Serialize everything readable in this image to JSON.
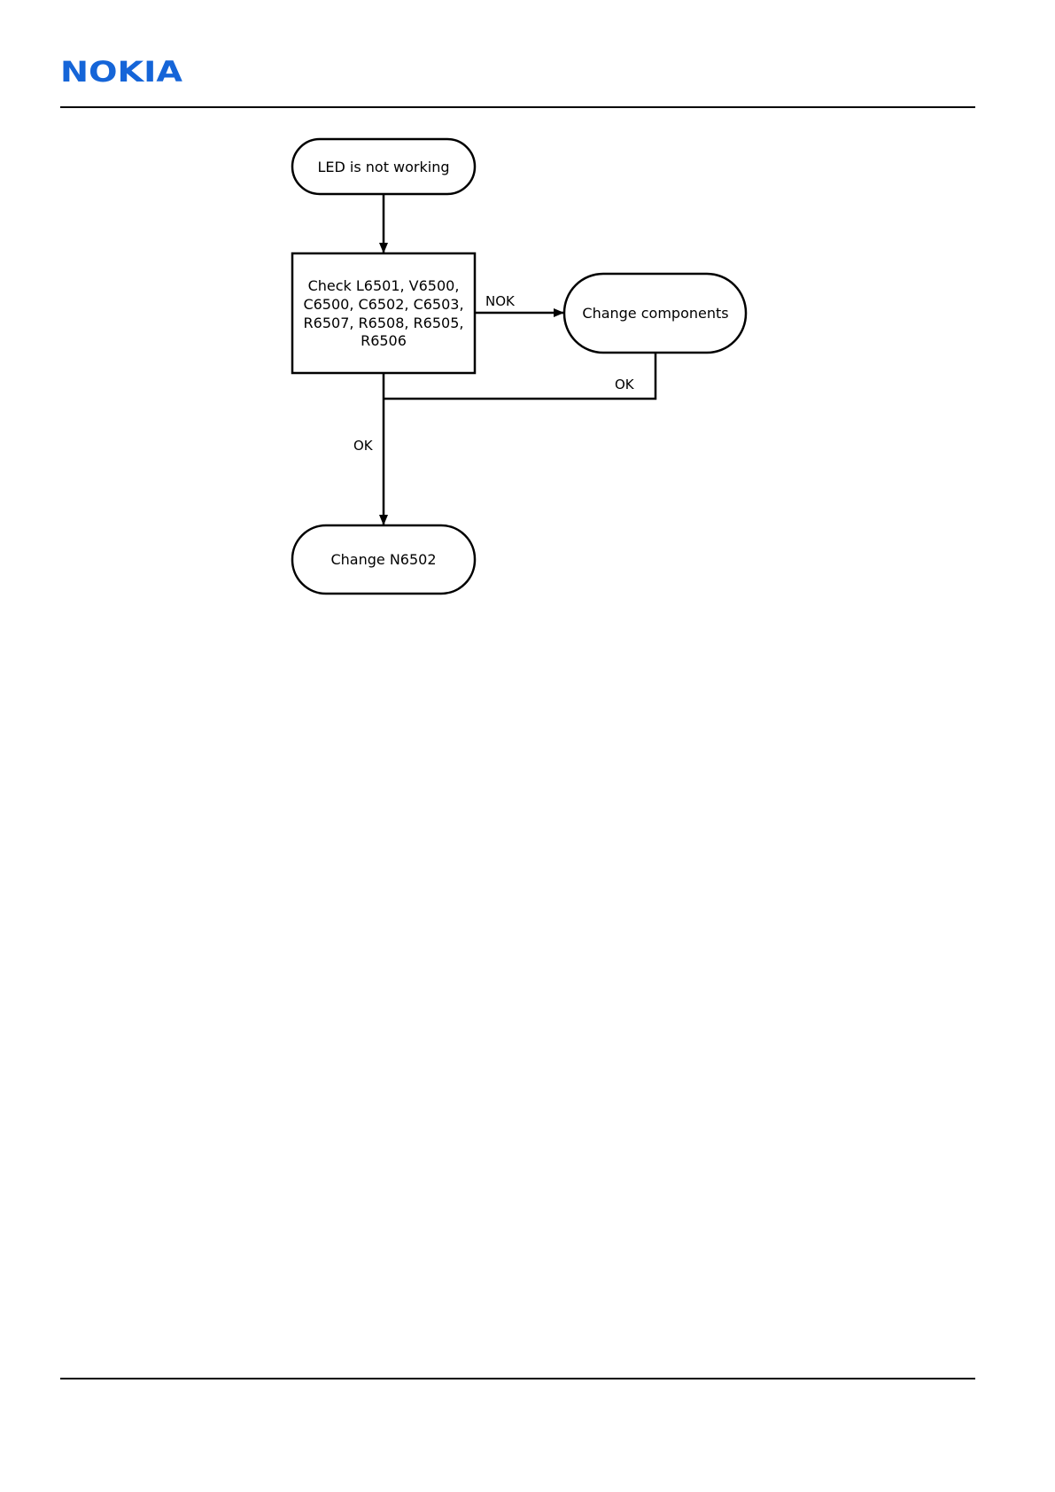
{
  "brand": {
    "name": "NOKIA",
    "color": "#1565d8"
  },
  "flowchart": {
    "nodes": {
      "start": {
        "text": "LED is not working"
      },
      "check": {
        "lines": [
          "Check L6501, V6500,",
          "C6500, C6502, C6503,",
          "R6507, R6508, R6505,",
          "R6506"
        ]
      },
      "change_components": {
        "text": "Change components"
      },
      "change_n6502": {
        "text": "Change N6502"
      }
    },
    "edges": {
      "nok": {
        "label": "NOK"
      },
      "ok_return": {
        "label": "OK"
      },
      "ok_down": {
        "label": "OK"
      }
    }
  }
}
